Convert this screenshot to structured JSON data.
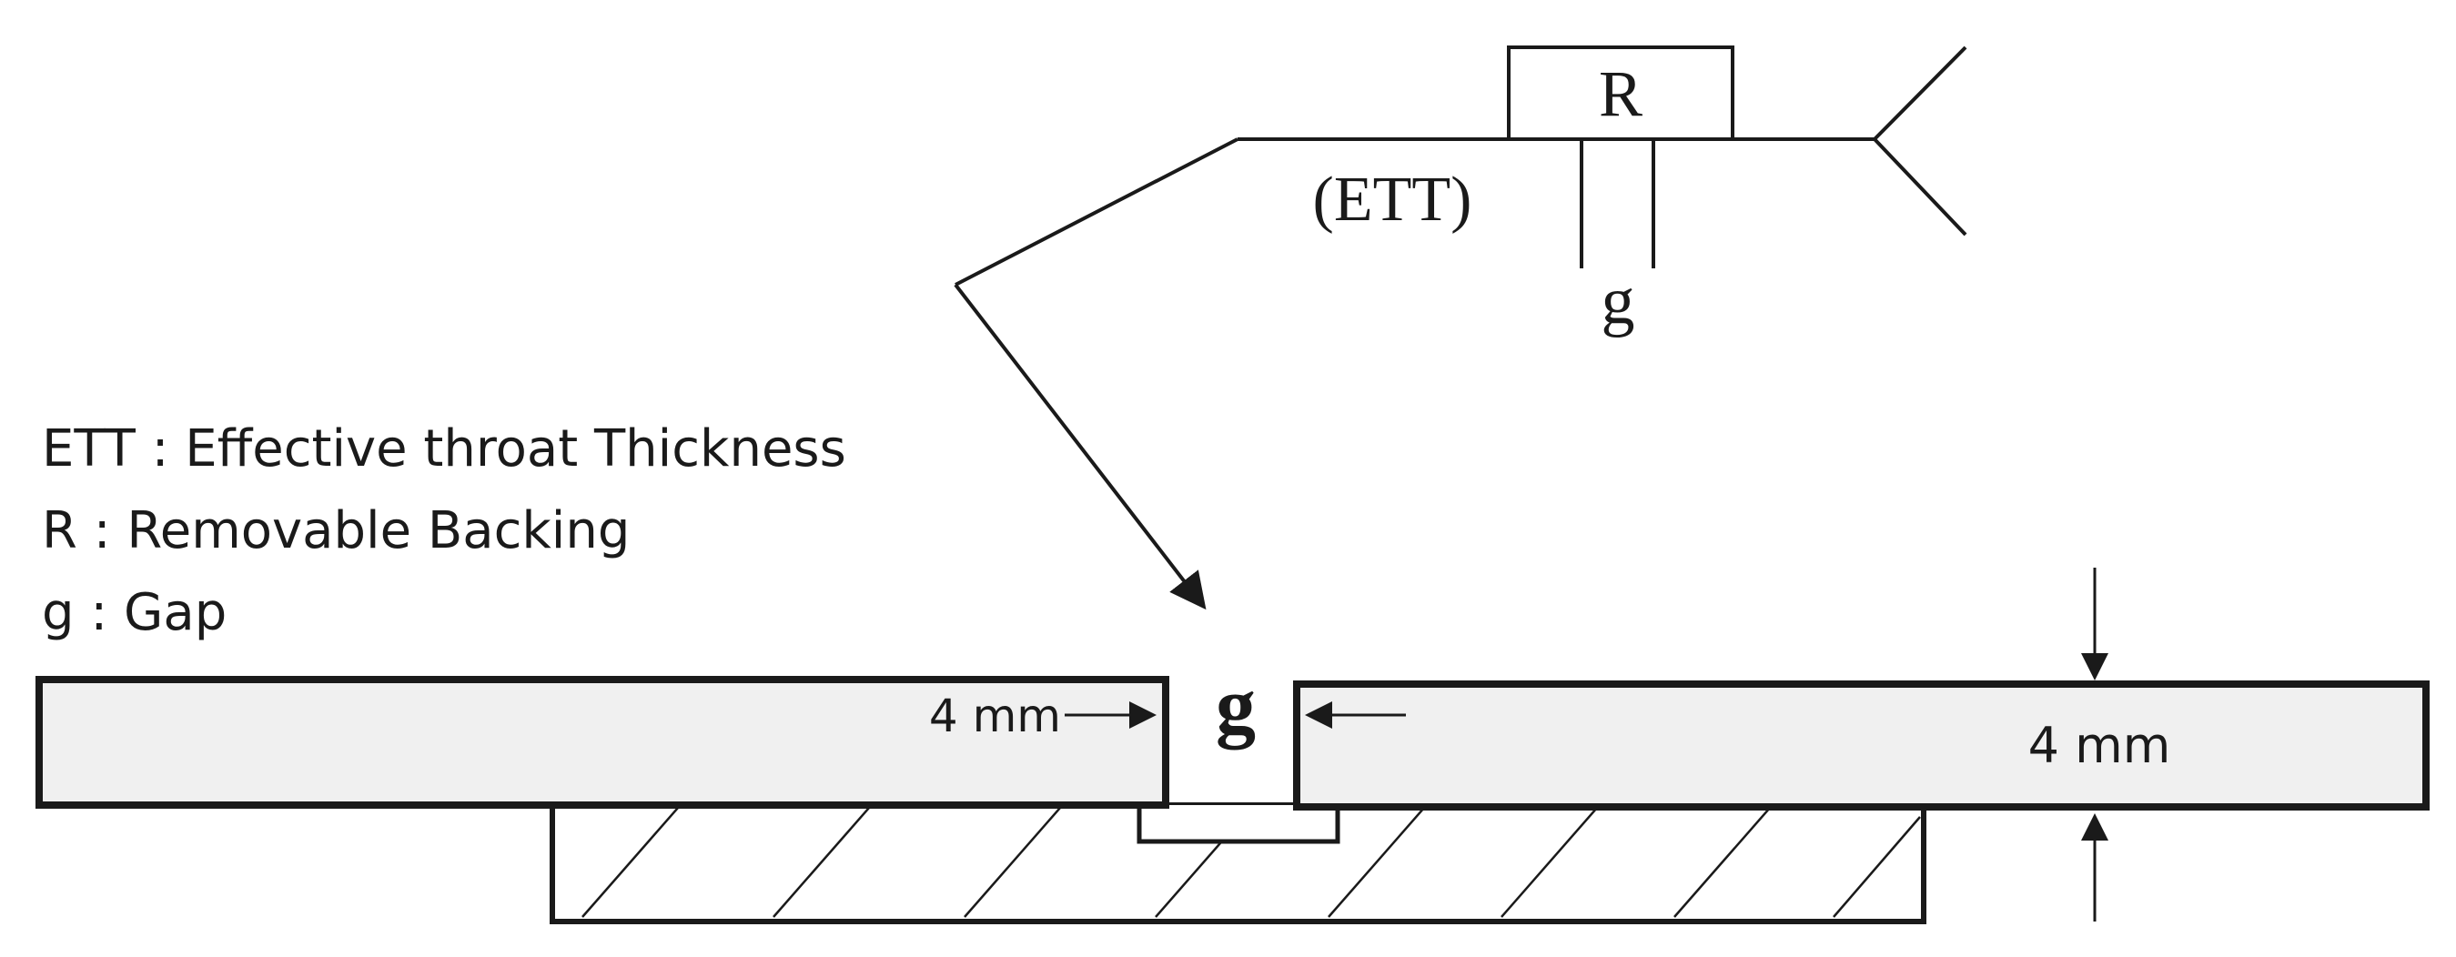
{
  "symbol": {
    "backing_letter": "R",
    "ett_label": "(ETT)",
    "gap_letter": "g"
  },
  "legend": [
    {
      "text": "ETT : Effective throat Thickness"
    },
    {
      "text": "R : Removable Backing"
    },
    {
      "text": "g : Gap"
    }
  ],
  "joint": {
    "gap_letter": "g",
    "gap_dimension": "4 mm",
    "thickness_dimension": "4 mm"
  },
  "colors": {
    "line": "#1a1a1a",
    "plate_fill": "#f0f0f0",
    "backing_fill": "#ffffff"
  }
}
